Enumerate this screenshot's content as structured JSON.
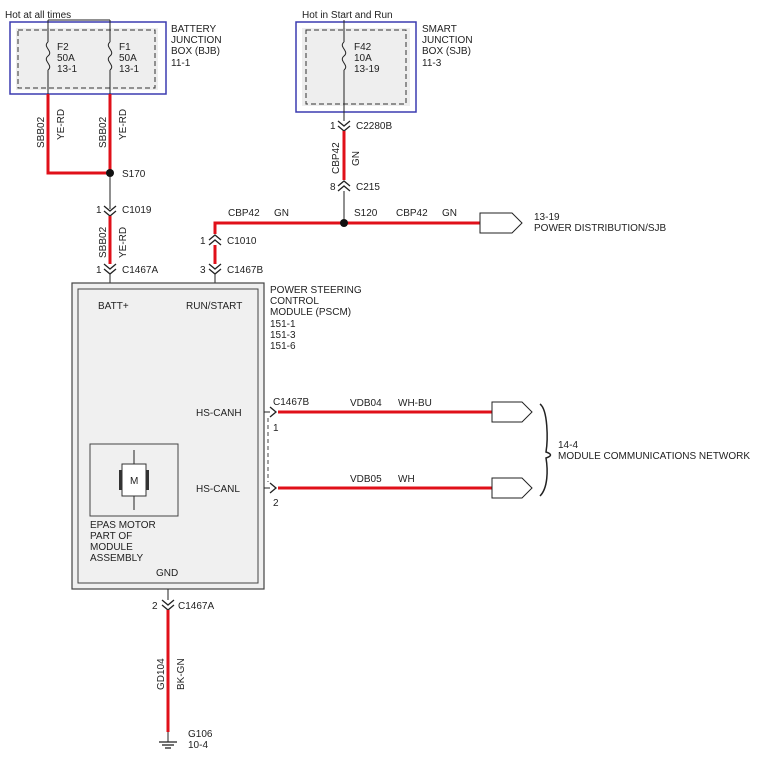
{
  "labels": {
    "hot_always": "Hot at all times",
    "hot_start_run": "Hot in Start and Run",
    "bjb": [
      "BATTERY",
      "JUNCTION",
      "BOX (BJB)",
      "11-1"
    ],
    "sjb": [
      "SMART",
      "JUNCTION",
      "BOX (SJB)",
      "11-3"
    ],
    "f2": [
      "F2",
      "50A",
      "13-1"
    ],
    "f1": [
      "F1",
      "50A",
      "13-1"
    ],
    "f42": [
      "F42",
      "10A",
      "13-19"
    ],
    "sbb02_left": "SBB02",
    "yerd_left": "YE-RD",
    "sbb02_right": "SBB02",
    "yerd_right": "YE-RD",
    "s170": "S170",
    "c1019_pin": "1",
    "c1019": "C1019",
    "sbb02_low": "SBB02",
    "yerd_low": "YE-RD",
    "c1467a_pin1": "1",
    "c1467a_top": "C1467A",
    "c2280b_pin": "1",
    "c2280b": "C2280B",
    "cbp42_v": "CBP42",
    "gn_v": "GN",
    "c215_pin": "8",
    "c215": "C215",
    "s120": "S120",
    "cbp42_left": "CBP42",
    "gn_left": "GN",
    "cbp42_right": "CBP42",
    "gn_right": "GN",
    "powerdist_ref": "13-19",
    "powerdist": "POWER DISTRIBUTION/SJB",
    "c1010_pin": "1",
    "c1010": "C1010",
    "c1467b_pin3": "3",
    "c1467b_top": "C1467B",
    "pscm": [
      "POWER STEERING",
      "CONTROL",
      "MODULE (PSCM)",
      "151-1",
      "151-3",
      "151-6"
    ],
    "batt_plus": "BATT+",
    "run_start": "RUN/START",
    "hs_canh": "HS-CANH",
    "hs_canl": "HS-CANL",
    "c1467b_can": "C1467B",
    "can_pin1": "1",
    "can_pin2": "2",
    "vdb04": "VDB04",
    "whbu": "WH-BU",
    "vdb05": "VDB05",
    "wh": "WH",
    "mcn_ref": "14-4",
    "mcn": "MODULE COMMUNICATIONS NETWORK",
    "motor_m": "M",
    "epas": [
      "EPAS MOTOR",
      "PART OF",
      "MODULE",
      "ASSEMBLY"
    ],
    "gnd": "GND",
    "c1467a_pin2": "2",
    "c1467a_bottom": "C1467A",
    "gd104": "GD104",
    "bkgn": "BK-GN",
    "g106": "G106",
    "g106_ref": "10-4"
  }
}
